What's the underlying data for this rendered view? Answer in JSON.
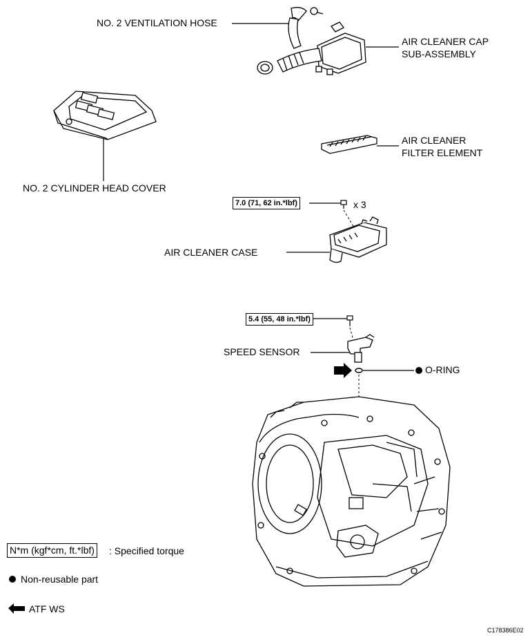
{
  "labels": {
    "ventilation_hose": "NO. 2 VENTILATION HOSE",
    "air_cleaner_cap_1": "AIR CLEANER CAP",
    "air_cleaner_cap_2": "SUB-ASSEMBLY",
    "filter_element_1": "AIR CLEANER",
    "filter_element_2": "FILTER ELEMENT",
    "cylinder_head_cover": "NO. 2 CYLINDER HEAD COVER",
    "air_cleaner_case": "AIR CLEANER CASE",
    "speed_sensor": "SPEED SENSOR",
    "o_ring": "O-RING"
  },
  "torques": {
    "case_bolt": "7.0 (71, 62 in.*lbf)",
    "case_bolt_qty": "x 3",
    "sensor_bolt": "5.4 (55, 48 in.*lbf)"
  },
  "legend": {
    "torque_units": "N*m (kgf*cm, ft.*lbf)",
    "torque_desc": ": Specified torque",
    "non_reusable": "Non-reusable part",
    "atf": "ATF WS"
  },
  "figure_code": "C178386E02"
}
